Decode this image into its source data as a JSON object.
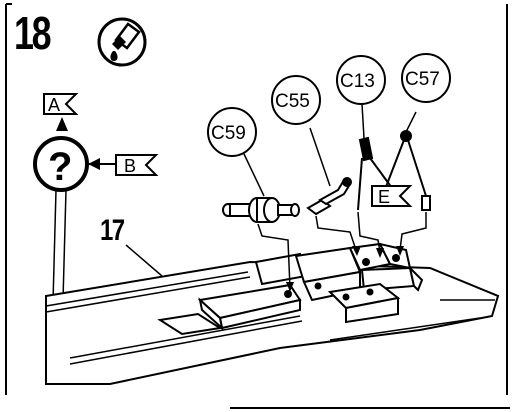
{
  "step": {
    "number": "18"
  },
  "reference_step": {
    "number": "17"
  },
  "icons": {
    "glue": "glue-tube-icon",
    "question": "question-mark-icon"
  },
  "flags": {
    "a": "A",
    "b": "B",
    "e": "E"
  },
  "callouts": {
    "c59": "C59",
    "c55": "C55",
    "c13": "C13",
    "c57": "C57"
  },
  "question_mark": "?"
}
